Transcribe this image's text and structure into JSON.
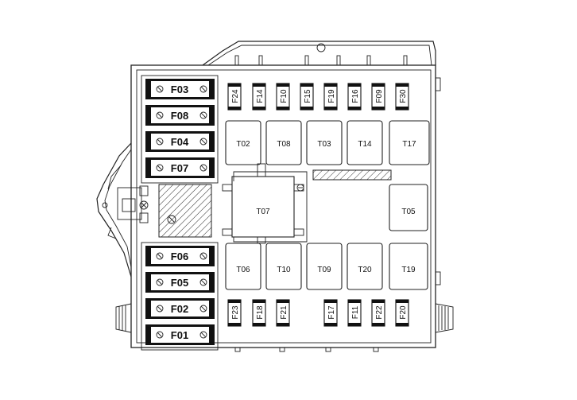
{
  "maxi_fuses": {
    "top": [
      "F03",
      "F08",
      "F04",
      "F07"
    ],
    "bottom": [
      "F06",
      "F05",
      "F02",
      "F01"
    ]
  },
  "mini_fuses": {
    "top": [
      "F24",
      "F14",
      "F10",
      "F15",
      "F19",
      "F16",
      "F09",
      "F30"
    ],
    "bottom": [
      "F23",
      "F18",
      "F21",
      "F17",
      "F11",
      "F22",
      "F20"
    ]
  },
  "relays": {
    "top_row": [
      "T02",
      "T08",
      "T03",
      "T14",
      "T17"
    ],
    "middle": [
      "T07",
      "T05"
    ],
    "bottom_row": [
      "T06",
      "T10",
      "T09",
      "T20",
      "T19"
    ]
  },
  "colors": {
    "line": "#222222",
    "background": "#ffffff",
    "fuse_dark": "#111111"
  }
}
